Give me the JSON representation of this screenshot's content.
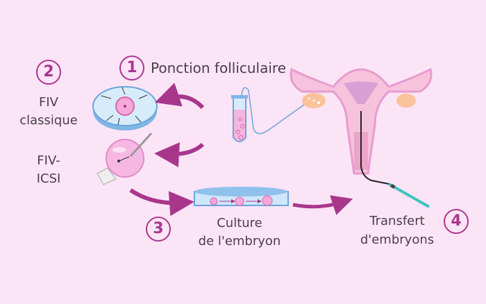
{
  "steps": [
    {
      "number": "1",
      "label": "Ponction folliculaire"
    },
    {
      "number": "2",
      "label_line1": "FIV",
      "label_line2": "classique"
    },
    {
      "number": "3",
      "label_line1": "Culture",
      "label_line2": "de l'embryon"
    },
    {
      "number": "4",
      "label_line1": "Transfert",
      "label_line2": "d'embryons"
    }
  ],
  "icsi": {
    "label_line1": "FIV-",
    "label_line2": "ICSI"
  },
  "colors": {
    "background": "#fce4f7",
    "accent": "#a8378c",
    "text": "#4a4048",
    "dish": "#7fb6e6",
    "uterus": "#e79ccf"
  }
}
